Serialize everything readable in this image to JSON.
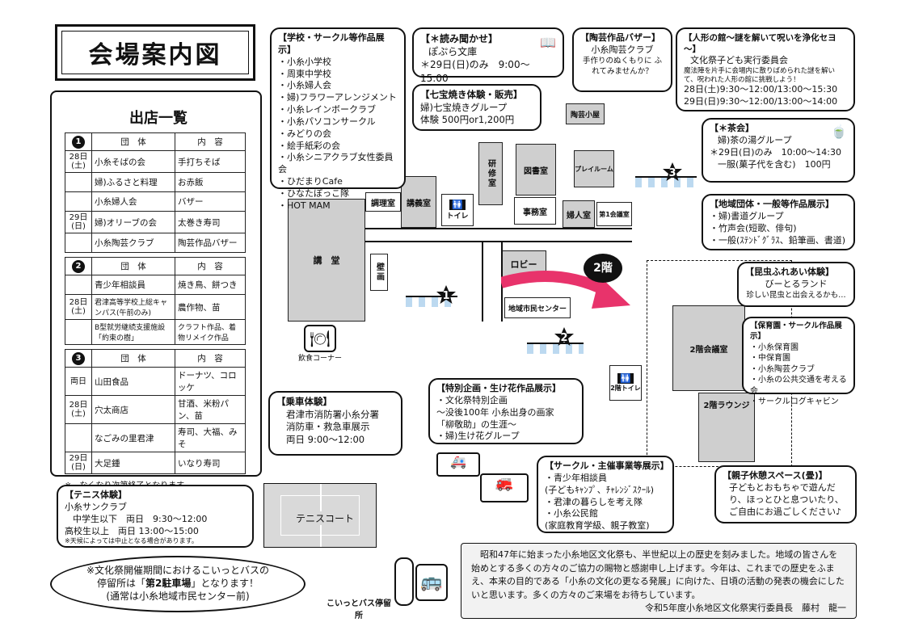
{
  "title": "会場案内図",
  "shops": {
    "heading": "出店一覧",
    "col_group": "団　体",
    "col_content": "内　容",
    "sections": [
      {
        "number": "1",
        "rows": [
          {
            "day": "28日\n(土)",
            "group": "小糸そばの会",
            "content": "手打ちそば"
          },
          {
            "day": "",
            "group": "婦)ふるさと料理",
            "content": "お赤飯"
          },
          {
            "day": "",
            "group": "小糸婦人会",
            "content": "バザー"
          },
          {
            "day": "29日\n(日)",
            "group": "婦)オリーブの会",
            "content": "太巻き寿司"
          },
          {
            "day": "",
            "group": "小糸陶芸クラブ",
            "content": "陶芸作品バザー"
          }
        ]
      },
      {
        "number": "2",
        "rows": [
          {
            "day": "",
            "group": "青少年相談員",
            "content": "焼き鳥、餅つき"
          },
          {
            "day": "28日\n(土)",
            "group": "君津高等学校上総キャンパス(午前のみ)",
            "content": "農作物、苗"
          },
          {
            "day": "",
            "group": "B型就労継続支援施設「約束の樹」",
            "content": "クラフト作品、着物リメイク作品"
          }
        ]
      },
      {
        "number": "3",
        "rows": [
          {
            "day": "両日",
            "group": "山田食品",
            "content": "ドーナツ、コロッケ"
          },
          {
            "day": "28日\n(土)",
            "group": "穴太商店",
            "content": "甘酒、米粉パン、苗"
          },
          {
            "day": "",
            "group": "なごみの里君津",
            "content": "寿司、大福、みそ"
          },
          {
            "day": "29日\n(日)",
            "group": "大足鍾",
            "content": "いなり寿司"
          }
        ]
      }
    ],
    "note": "※　なくなり次第終了となります。"
  },
  "school_exhibit": {
    "header": "【学校・サークル等作品展示】",
    "items": [
      "・小糸小学校",
      "・周東中学校",
      "・小糸婦人会",
      "・婦)フラワーアレンジメント",
      "・小糸レインボークラブ",
      "・小糸パソコンサークル",
      "・みどりの会",
      "・絵手紙彩の会",
      "・小糸シニアクラブ女性委員会",
      "・ひだまりCafe",
      "・ひなたぼっこ隊",
      "・HOT MAM"
    ]
  },
  "storytelling": {
    "header": "【＊読み聞かせ】",
    "group": "ぽぷら文庫",
    "time": "＊29日(日)のみ　9:00～15:00"
  },
  "shippo": {
    "header": "【七宝焼き体験・販売】",
    "group": "婦)七宝焼きグループ",
    "price": "体験 500円or1,200円"
  },
  "pottery": {
    "header": "【陶芸作品バザー】",
    "group": "小糸陶芸クラブ",
    "desc": "手作りのぬくもりに ふれてみませんか？"
  },
  "doll_house": {
    "header": "【人形の館～謎を解いて呪いを浄化セヨ～】",
    "group": "文化祭子ども実行委員会",
    "desc": "魔法陣を片手に会場内に散りばめられた謎を解いて、呪われた人形の館に挑戦しよう！",
    "time1": "28日(土)9:30～12:00/13:00～15:30",
    "time2": "29日(日)9:30～12:00/13:00～14:00"
  },
  "tea": {
    "header": "【＊茶会】",
    "group": "婦)茶の湯グループ",
    "time": "＊29日(日)のみ　10:00～14:30",
    "price": "一服(菓子代を含む)　100円"
  },
  "regional": {
    "header": "【地域団体・一般等作品展示】",
    "items": [
      "・婦)書道グループ",
      "・竹声会(短歌、俳句)",
      "・一般(ｽﾃﾝﾄﾞｸﾞﾗｽ、鉛筆画、書道)"
    ]
  },
  "insects": {
    "header": "【昆虫ふれあい体験】",
    "group": "びーとるランド",
    "desc": "珍しい昆虫と出会えるかも…"
  },
  "nursery": {
    "header": "【保育園・サークル作品展示】",
    "items": [
      "・小糸保育園",
      "・中保育園",
      "・小糸陶芸クラブ",
      "・小糸の公共交通を考える会",
      "・サークルログキャビン"
    ]
  },
  "special": {
    "header": "【特別企画・生け花作品展示】",
    "items": [
      "・文化祭特別企画",
      "～没後100年 小糸出身の画家",
      "「柳敬助」の生涯～",
      "・婦)生け花グループ"
    ]
  },
  "firetruck": {
    "header": "【乗車体験】",
    "lines": [
      "君津市消防署小糸分署",
      "消防車・救急車展示",
      "両日 9:00～12:00"
    ]
  },
  "circle": {
    "header": "【サークル・主催事業等展示】",
    "items": [
      "・青少年相談員",
      "(子どもｷｬﾝﾌﾟ、ﾁｬﾚﾝｼﾞｽｸｰﾙ)",
      "・君津の暮らしを考え隊",
      "・小糸公民館",
      "(家庭教育学級、親子教室)"
    ]
  },
  "family": {
    "header": "【親子休憩スペース(畳)】",
    "desc": "子どもとおもちゃで遊んだり、ほっとひと息ついたり、ご自由にお過ごしください♪"
  },
  "tennis": {
    "header": "【テニス体験】",
    "group": "小糸サンクラブ",
    "line1": "中学生以下　両日　9:30～12:00",
    "line2": "高校生以上　両日 13:00～15:00",
    "note": "※天候によっては中止となる場合があります。",
    "court": "テニスコート"
  },
  "bus": {
    "line1": "※文化祭開催期間におけるこいっとバスの",
    "line2a": "停留所は「",
    "line2b": "第2駐車場",
    "line2c": "」となります！",
    "line3": "(通常は小糸地域市民センター前)",
    "stop": "こいっとバス停留所"
  },
  "message": {
    "body": "昭和47年に始まった小糸地区文化祭も、半世紀以上の歴史を刻みました。地域の皆さんを始めとする多くの方々のご協力の賜物と感謝申し上げます。今年は、これまでの歴史をふまえ、本来の目的である「小糸の文化の更なる発展」に向けた、日頃の活動の発表の機会にしたいと思います。多くの方々のご来場をお待ちしています。",
    "signature": "令和5年度小糸地区文化祭実行委員長　藤村　龍一"
  },
  "rooms": {
    "auditorium": "講　堂",
    "wall": "壁画",
    "cooking": "調理室",
    "lecture": "講義室",
    "study": "研修室",
    "library": "図書室",
    "office": "事務室",
    "women": "婦人室",
    "conf1": "第1会議室",
    "play": "プレイルーム",
    "lobby": "ロビー",
    "center": "地域市民センター",
    "kiln": "陶芸小屋",
    "food_corner": "飲食コーナー",
    "toilet": "トイレ",
    "floor2": "2階",
    "conf2": "2階会議室",
    "toilet2": "2階トイレ",
    "lounge2": "2階ラウンジ"
  },
  "colors": {
    "arrow": "#e8336b",
    "room": "#cfcfcf"
  }
}
